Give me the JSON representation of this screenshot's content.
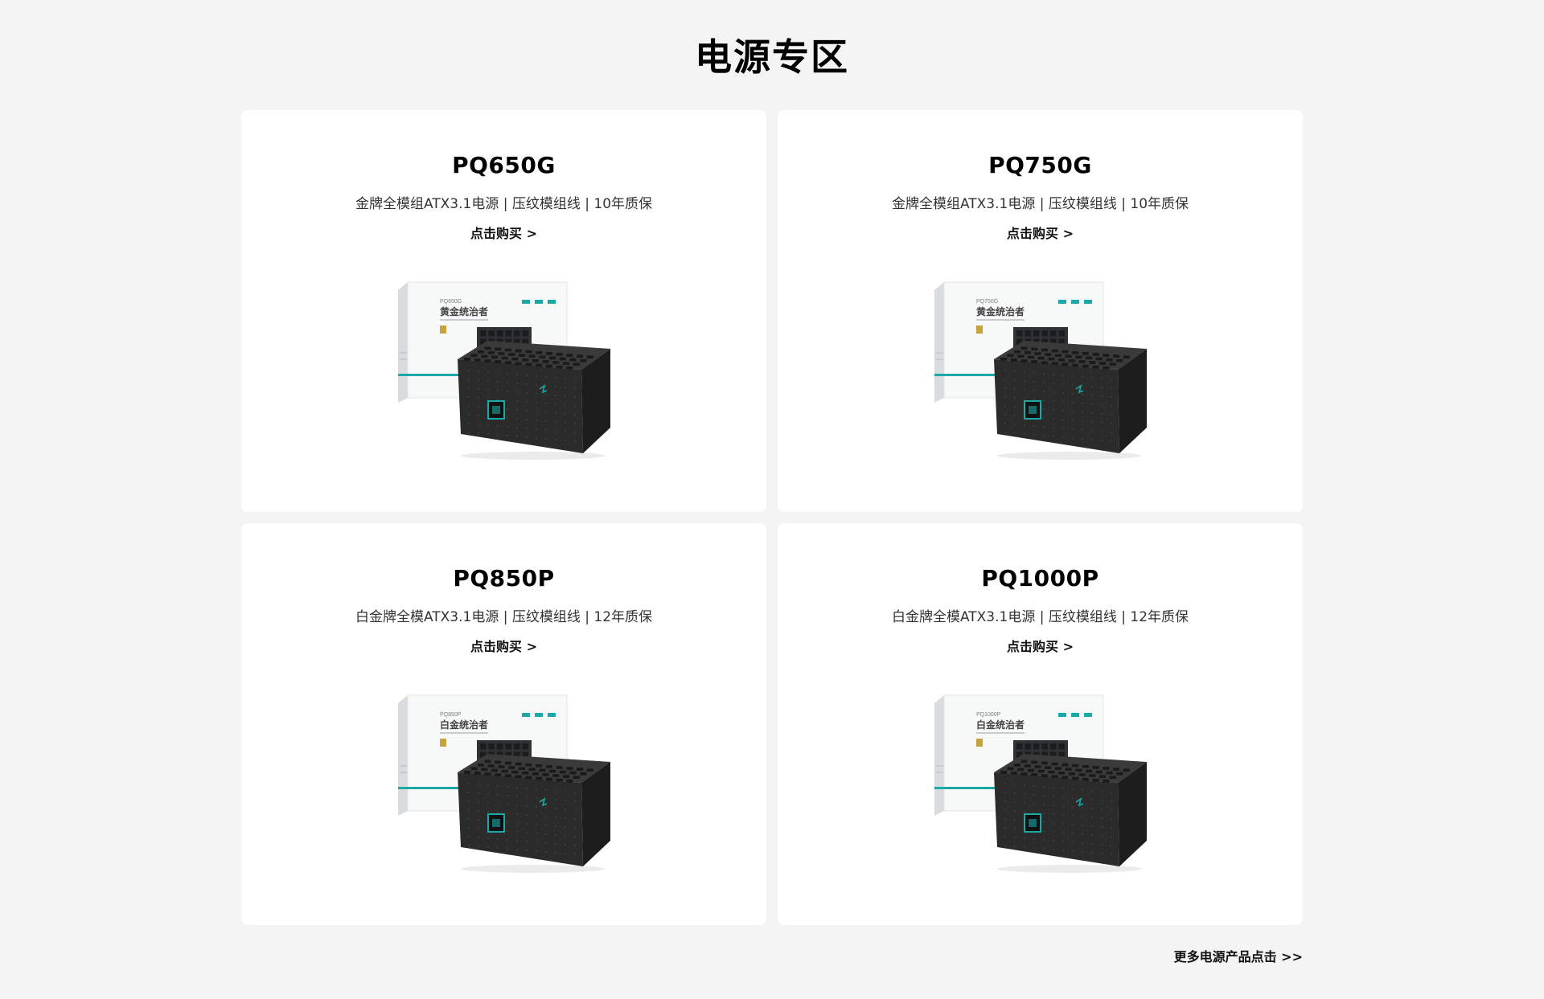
{
  "page": {
    "title": "电源专区",
    "more_link": "更多电源产品点击 >>"
  },
  "products": [
    {
      "name": "PQ650G",
      "description": "金牌全模组ATX3.1电源 | 压纹模组线 | 10年质保",
      "buy_label": "点击购买 >",
      "box_model": "PQ650G",
      "box_title": "黄金统治者"
    },
    {
      "name": "PQ750G",
      "description": "金牌全模组ATX3.1电源 | 压纹模组线 | 10年质保",
      "buy_label": "点击购买 >",
      "box_model": "PQ750G",
      "box_title": "黄金统治者"
    },
    {
      "name": "PQ850P",
      "description": "白金牌全模ATX3.1电源 | 压纹模组线 | 12年质保",
      "buy_label": "点击购买 >",
      "box_model": "PQ850P",
      "box_title": "白金统治者"
    },
    {
      "name": "PQ1000P",
      "description": "白金牌全模ATX3.1电源 | 压纹模组线 | 12年质保",
      "buy_label": "点击购买 >",
      "box_model": "PQ1000P",
      "box_title": "白金统治者"
    }
  ],
  "colors": {
    "background": "#f4f4f4",
    "card": "#ffffff",
    "accent": "#1aa9a6",
    "psu_body": "#2b2b2b"
  }
}
